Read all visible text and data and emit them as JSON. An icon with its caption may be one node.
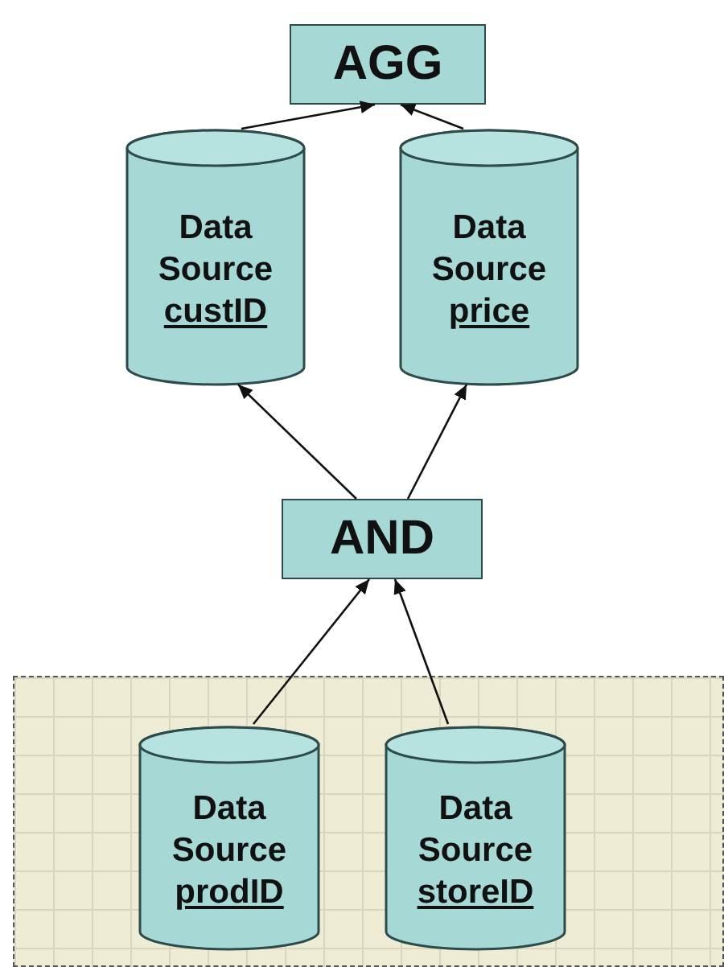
{
  "diagram": {
    "nodes": [
      {
        "text": [
          "AGG"
        ]
      },
      {
        "text": [
          "Data Source",
          "custID"
        ]
      },
      {
        "text": [
          "Data Source",
          "price"
        ]
      },
      {
        "text": [
          "AND"
        ]
      },
      {
        "text": [],
        "shape": "box"
      },
      {
        "text": [
          "Data Source",
          "prodID"
        ],
        "in": 4
      },
      {
        "text": [
          "Data Source",
          "storeID"
        ],
        "in": 4
      }
    ],
    "edges": [
      {
        "from": 1,
        "to": 0,
        "arrow": "to"
      },
      {
        "from": 2,
        "to": 0,
        "arrow": "to"
      },
      {
        "from": 3,
        "to": 1,
        "arrow": "to"
      },
      {
        "from": 3,
        "to": 2,
        "arrow": "to"
      },
      {
        "from": 5,
        "to": 3,
        "arrow": "to"
      },
      {
        "from": 6,
        "to": 3,
        "arrow": "to"
      }
    ]
  }
}
